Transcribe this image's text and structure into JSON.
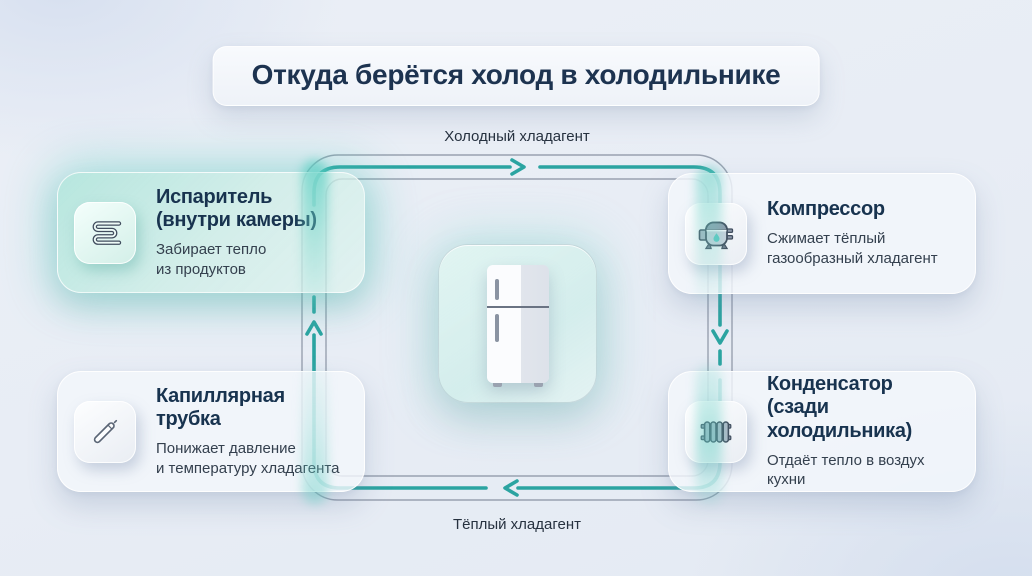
{
  "title": "Откуда берётся холод в холодильнике",
  "labels": {
    "top": "Холодный хладагент",
    "bottom": "Тёплый хладагент"
  },
  "cards": [
    {
      "id": "evaporator",
      "icon": "coil-icon",
      "heading": "Испаритель\n(внутри камеры)",
      "description": "Забирает тепло\nиз продуктов",
      "highlighted": true
    },
    {
      "id": "compressor",
      "icon": "compressor-icon",
      "heading": "Компрессор",
      "description": "Сжимает тёплый\nгазообразный хладагент",
      "highlighted": false
    },
    {
      "id": "capillary-tube",
      "icon": "tube-icon",
      "heading": "Капиллярная\nтрубка",
      "description": "Понижает давление\nи температуру хладагента",
      "highlighted": false
    },
    {
      "id": "condenser",
      "icon": "radiator-icon",
      "heading": "Конденсатор\n(сзади холодильника)",
      "description": "Отдаёт тепло в воздух\nкухни",
      "highlighted": false
    }
  ],
  "flow": {
    "direction": "clockwise",
    "arrow_glyphs": [
      "right",
      "down",
      "left",
      "up"
    ]
  },
  "center": {
    "illustration": "refrigerator-icon"
  },
  "colors": {
    "accent_teal": "#2ba4a1",
    "pipe_outline": "#99a1b0",
    "title_text": "#1d3350",
    "heading_text": "#18334f",
    "body_text": "#34404e",
    "background": "#e8edf5",
    "highlight_card": "#bfe7e0"
  }
}
